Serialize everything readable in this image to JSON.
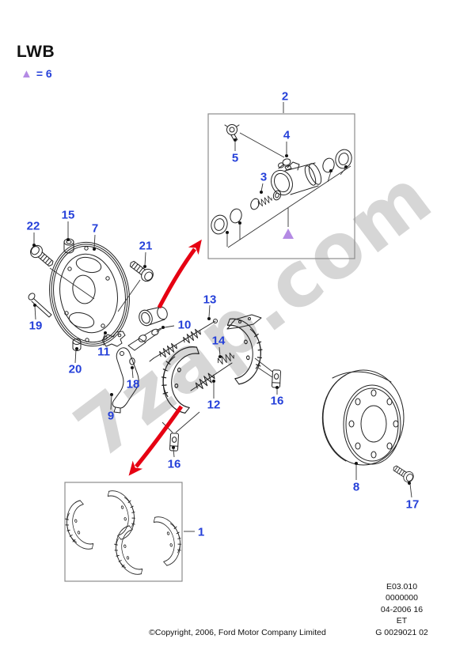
{
  "page": {
    "variant": "LWB",
    "legend_symbol": "▲",
    "legend_text": "= 6",
    "watermark": "7zap.com"
  },
  "callouts": {
    "c1": "1",
    "c2": "2",
    "c3": "3",
    "c4": "4",
    "c5": "5",
    "c7": "7",
    "c8": "8",
    "c9": "9",
    "c10": "10",
    "c11": "11",
    "c12": "12",
    "c13": "13",
    "c14": "14",
    "c15": "15",
    "c16_right": "16",
    "c16_bottom": "16",
    "c17": "17",
    "c18": "18",
    "c19": "19",
    "c20": "20",
    "c21": "21",
    "c22": "22"
  },
  "footer": {
    "copyright": "©Copyright, 2006, Ford Motor Company Limited",
    "code_block": [
      "E03.010",
      "0000000",
      "04-2006 16",
      "ET",
      "G 0029021 02"
    ]
  },
  "colors": {
    "callout_blue": "#2540d9",
    "arrow_red": "#e60012",
    "marker_purple": "#b48ae4",
    "watermark_gray": "#d6d6d6",
    "box_border_gray": "#8c8c8c"
  }
}
